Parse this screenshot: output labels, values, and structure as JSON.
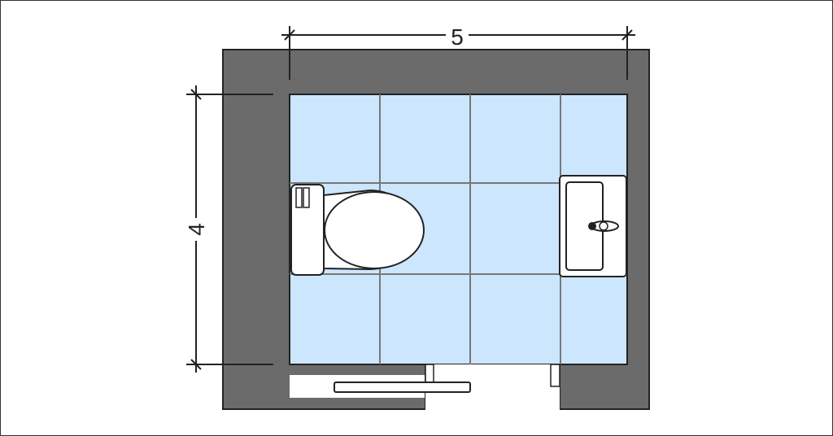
{
  "diagram": {
    "type": "bathroom floor plan",
    "dimensions": {
      "width_label": "5",
      "height_label": "4"
    },
    "fixtures": [
      {
        "name": "toilet",
        "position": "left wall"
      },
      {
        "name": "sink",
        "position": "right wall"
      },
      {
        "name": "sliding door",
        "position": "bottom wall"
      }
    ],
    "colors": {
      "wall": "#6b6b6b",
      "floor_tile": "#cce6fe",
      "grout": "#777777",
      "fixture_fill": "#ffffff",
      "outline": "#222222"
    },
    "tile_grid": {
      "columns": 4,
      "rows": 3
    }
  }
}
